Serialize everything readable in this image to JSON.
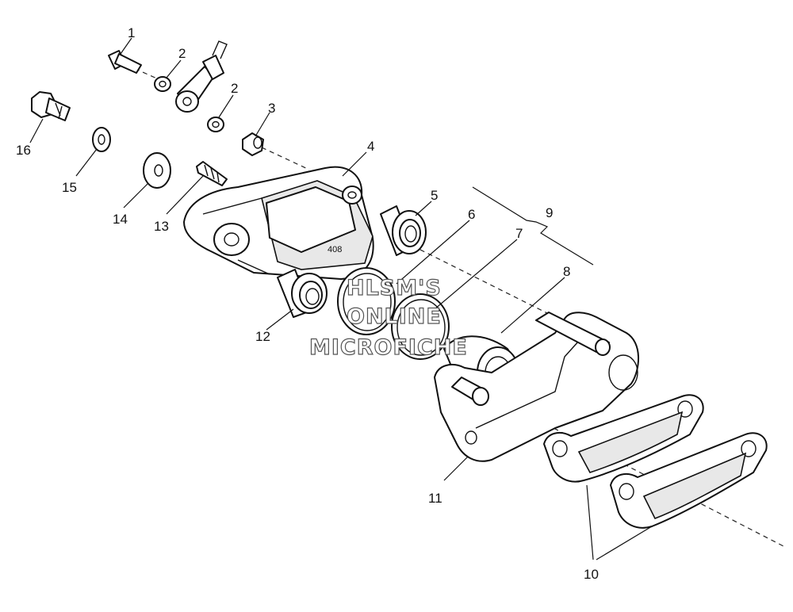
{
  "callouts": [
    {
      "id": "1",
      "text": "1"
    },
    {
      "id": "2a",
      "text": "2"
    },
    {
      "id": "2b",
      "text": "2"
    },
    {
      "id": "3",
      "text": "3"
    },
    {
      "id": "4",
      "text": "4"
    },
    {
      "id": "5",
      "text": "5"
    },
    {
      "id": "6",
      "text": "6"
    },
    {
      "id": "7",
      "text": "7"
    },
    {
      "id": "8",
      "text": "8"
    },
    {
      "id": "9",
      "text": "9"
    },
    {
      "id": "10",
      "text": "10"
    },
    {
      "id": "11",
      "text": "11"
    },
    {
      "id": "12",
      "text": "12"
    },
    {
      "id": "13",
      "text": "13"
    },
    {
      "id": "14",
      "text": "14"
    },
    {
      "id": "15",
      "text": "15"
    },
    {
      "id": "16",
      "text": "16"
    }
  ],
  "caliper_marking": "408",
  "watermark": {
    "line1": "HLSM'S",
    "line2": "ONLINE",
    "line3": "MICROFICHE"
  }
}
